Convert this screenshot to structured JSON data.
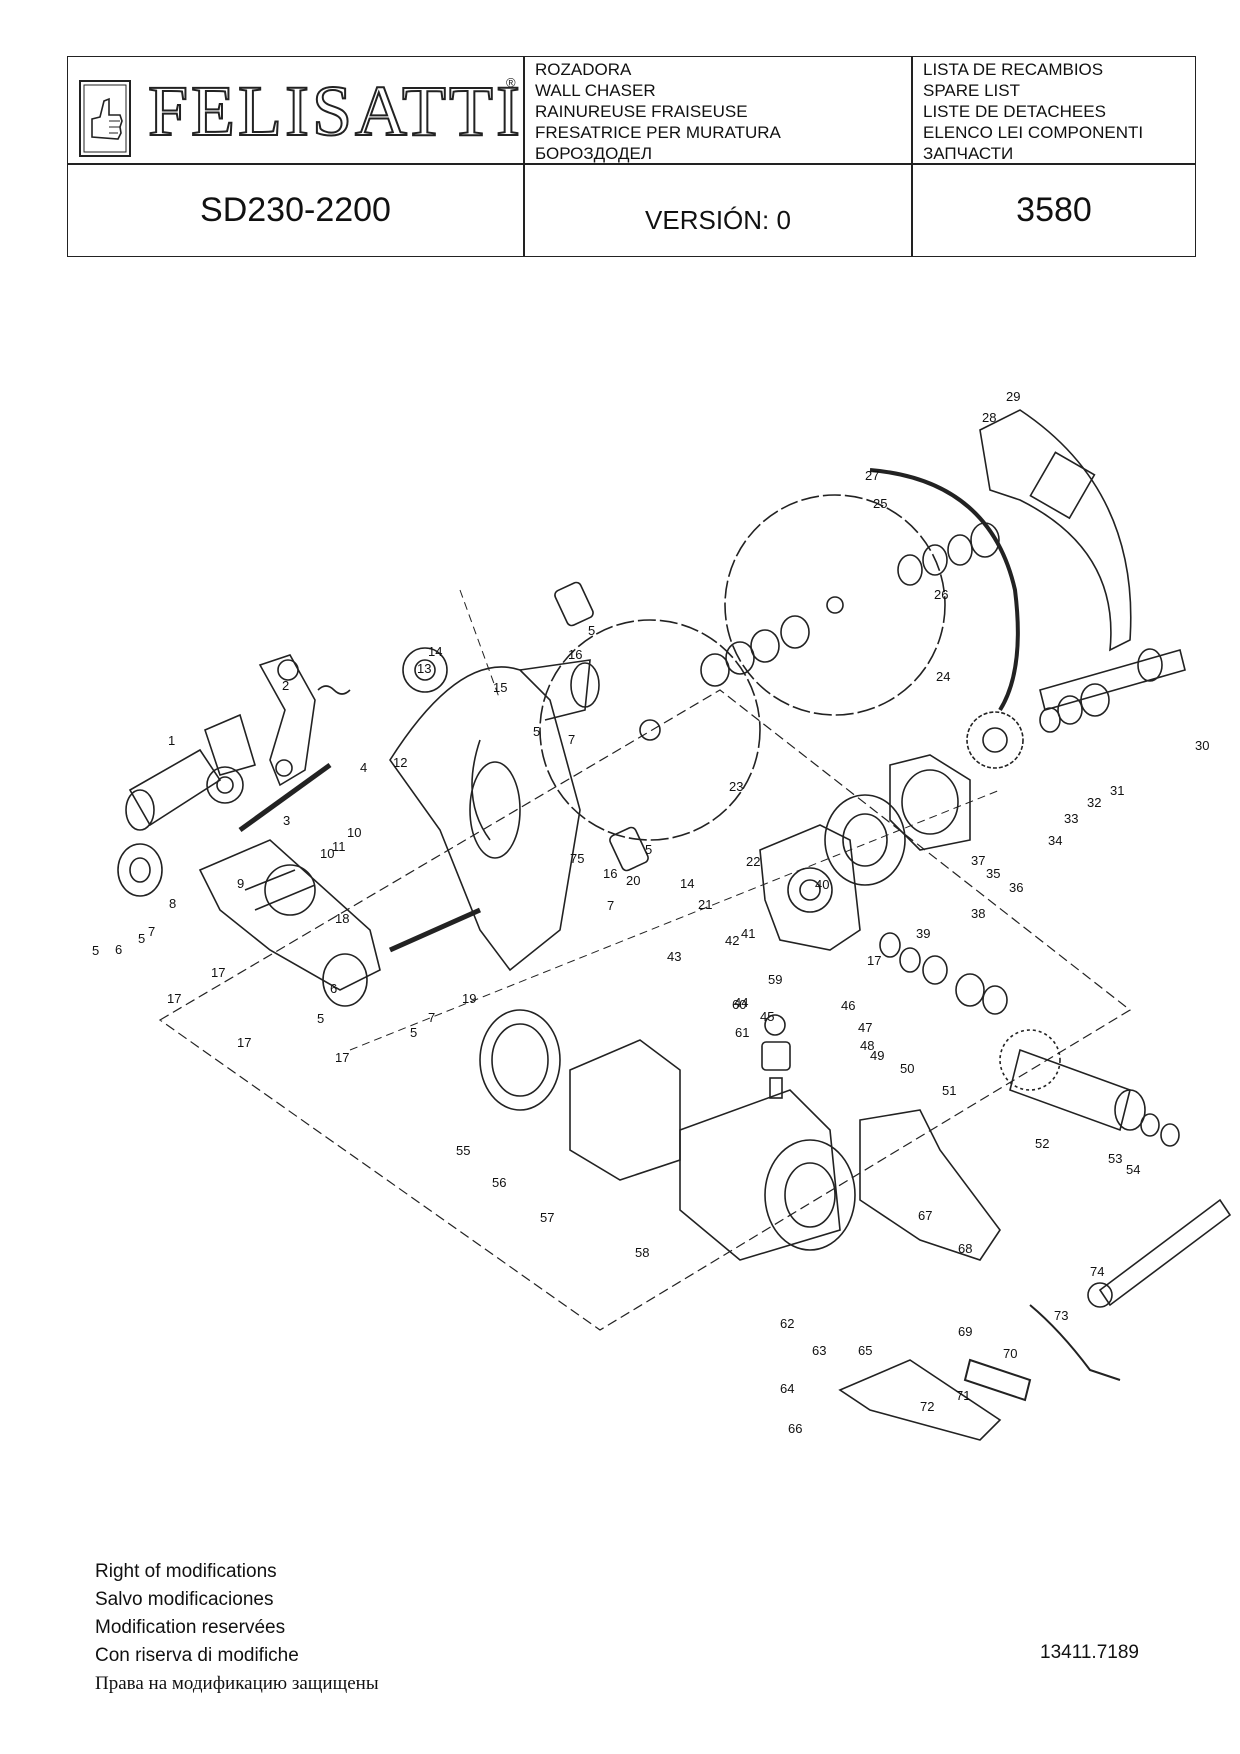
{
  "header": {
    "brand": "FELISATTI",
    "brand_mark": "®",
    "product_names": [
      "ROZADORA",
      "WALL CHASER",
      "RAINUREUSE FRAISEUSE",
      "FRESATRICE PER MURATURA",
      "БОРОЗДОДЕЛ"
    ],
    "list_titles": [
      "LISTA DE RECAMBIOS",
      "SPARE LIST",
      "LISTE DE DETACHEES",
      "ELENCO LEI COMPONENTI",
      "ЗАПЧАСТИ"
    ],
    "model": "SD230-2200",
    "version": "VERSIÓN: 0",
    "code": "3580"
  },
  "diagram": {
    "part_labels": [
      "1",
      "2",
      "3",
      "4",
      "5",
      "5",
      "5",
      "5",
      "5",
      "5",
      "5",
      "6",
      "6",
      "7",
      "7",
      "7",
      "7",
      "8",
      "9",
      "10",
      "10",
      "11",
      "12",
      "13",
      "14",
      "14",
      "15",
      "16",
      "16",
      "17",
      "17",
      "17",
      "17",
      "17",
      "18",
      "19",
      "20",
      "21",
      "22",
      "23",
      "24",
      "25",
      "26",
      "27",
      "28",
      "29",
      "30",
      "31",
      "32",
      "33",
      "34",
      "35",
      "36",
      "37",
      "38",
      "39",
      "40",
      "41",
      "42",
      "43",
      "44",
      "45",
      "46",
      "47",
      "48",
      "49",
      "50",
      "51",
      "52",
      "53",
      "54",
      "55",
      "56",
      "57",
      "58",
      "59",
      "60",
      "61",
      "62",
      "63",
      "64",
      "65",
      "66",
      "67",
      "68",
      "69",
      "70",
      "71",
      "72",
      "73",
      "74",
      "75"
    ]
  },
  "footer": {
    "notes": [
      "Right of modifications",
      "Salvo modificaciones",
      "Modification reservées",
      "Con riserva di modifiche",
      "Права на модификацию защищены"
    ],
    "doc_number": "13411.7189"
  }
}
